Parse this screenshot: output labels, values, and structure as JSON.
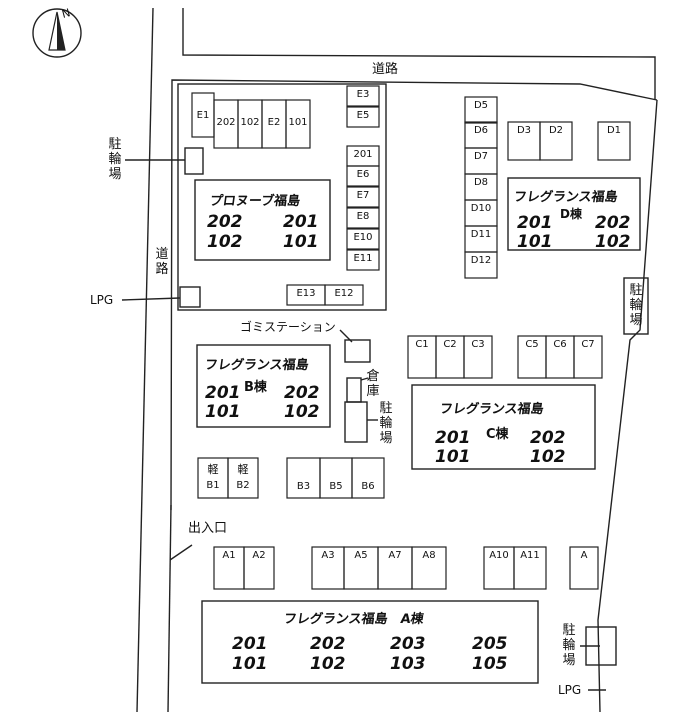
{
  "map": {
    "north": "N",
    "roads": [
      "道路",
      "道路"
    ],
    "entrance": "出入口",
    "garbage_station": "ゴミステーション",
    "warehouse": "倉庫",
    "bicycle_parking": [
      "駐輪場",
      "駐輪場",
      "駐輪場",
      "駐輪場"
    ],
    "lpg": [
      "LPG",
      "LPG"
    ]
  },
  "buildings": {
    "proneuve": {
      "name": "プロヌーブ福島",
      "rooms": [
        "202",
        "201",
        "102",
        "101"
      ]
    },
    "b": {
      "name": "フレグランス福島",
      "wing": "B棟",
      "rooms": [
        "201",
        "202",
        "101",
        "102"
      ]
    },
    "c": {
      "name": "フレグランス福島",
      "wing": "C棟",
      "rooms": [
        "201",
        "202",
        "101",
        "102"
      ]
    },
    "d": {
      "name": "フレグランス福島",
      "wing": "D棟",
      "rooms": [
        "201",
        "202",
        "101",
        "102"
      ]
    },
    "a": {
      "name": "フレグランス福島　A棟",
      "rooms": [
        "201",
        "202",
        "203",
        "205",
        "101",
        "102",
        "103",
        "105"
      ]
    }
  },
  "parking": {
    "e_top": [
      "E1",
      "202",
      "102",
      "E2",
      "101"
    ],
    "e_col": [
      "E3",
      "E5",
      "201",
      "E6",
      "E7",
      "E8",
      "E10",
      "E11"
    ],
    "e_bottom": [
      "E13",
      "E12"
    ],
    "d_col": [
      "D5",
      "D6",
      "D7",
      "D8",
      "D10",
      "D11",
      "D12"
    ],
    "d_row": [
      "D3",
      "D2",
      "D1"
    ],
    "c_row": [
      "C1",
      "C2",
      "C3",
      "C5",
      "C6",
      "C7"
    ],
    "b_kei": [
      {
        "top": "軽",
        "bottom": "B1"
      },
      {
        "top": "軽",
        "bottom": "B2"
      }
    ],
    "b_row": [
      "B3",
      "B5",
      "B6"
    ],
    "a_row": [
      "A1",
      "A2",
      "A3",
      "A5",
      "A7",
      "A8",
      "A10",
      "A11",
      "A"
    ]
  }
}
